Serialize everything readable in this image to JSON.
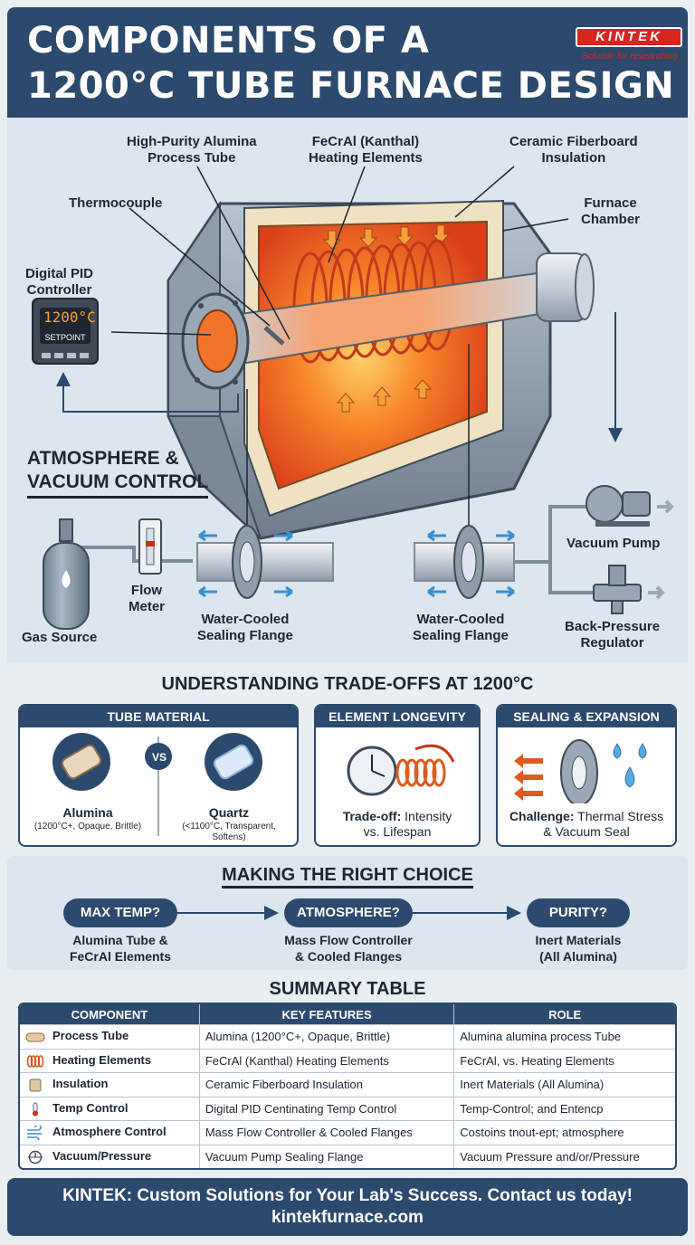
{
  "header": {
    "title_line1": "COMPONENTS OF A",
    "title_line2": "1200°C TUBE FURNACE DESIGN",
    "logo_text": "KINTEK",
    "logo_tagline": "Solution for researching"
  },
  "diagram": {
    "labels": {
      "process_tube": [
        "High-Purity Alumina",
        "Process Tube"
      ],
      "heating_elements": [
        "FeCrAl (Kanthal)",
        "Heating Elements"
      ],
      "insulation": [
        "Ceramic Fiberboard",
        "Insulation"
      ],
      "thermocouple": "Thermocouple",
      "chamber": [
        "Furnace",
        "Chamber"
      ],
      "controller": [
        "Digital PID",
        "Controller"
      ],
      "controller_display": "1200°C",
      "controller_setpoint": "SETPOINT",
      "atmosphere_heading": [
        "ATMOSPHERE &",
        "VACUUM CONTROL"
      ],
      "gas_source": "Gas Source",
      "flow_meter": [
        "Flow",
        "Meter"
      ],
      "flange_left": [
        "Water-Cooled",
        "Sealing Flange"
      ],
      "flange_right": [
        "Water-Cooled",
        "Sealing Flange"
      ],
      "vacuum_pump": "Vacuum Pump",
      "regulator": [
        "Back-Pressure",
        "Regulator"
      ]
    }
  },
  "tradeoffs": {
    "title": "UNDERSTANDING TRADE-OFFS AT 1200°C",
    "tube": {
      "header": "TUBE MATERIAL",
      "vs": "VS",
      "left_name": "Alumina",
      "left_note": "(1200°C+, Opaque, Brittle)",
      "right_name": "Quartz",
      "right_note": [
        "(<1100°C, Transparent,",
        "Softens)"
      ]
    },
    "longevity": {
      "header": "ELEMENT LONGEVITY",
      "bold": "Trade-off:",
      "text1": " Intensity",
      "text2": "vs. Lifespan"
    },
    "sealing": {
      "header": "SEALING & EXPANSION",
      "bold": "Challenge:",
      "text1": " Thermal Stress",
      "text2": "& Vacuum Seal"
    }
  },
  "choice": {
    "title": "MAKING THE RIGHT CHOICE",
    "steps": [
      {
        "label": "MAX TEMP?",
        "text": [
          "Alumina Tube &",
          "FeCrAl Elements"
        ]
      },
      {
        "label": "ATMOSPHERE?",
        "text": [
          "Mass Flow Controller",
          "& Cooled Flanges"
        ]
      },
      {
        "label": "PURITY?",
        "text": [
          "Inert Materials",
          "(All Alumina)"
        ]
      }
    ]
  },
  "summary": {
    "title": "SUMMARY TABLE",
    "headers": [
      "COMPONENT",
      "KEY FEATURES",
      "ROLE"
    ],
    "rows": [
      {
        "icon": "tube-icon",
        "component": "Process Tube",
        "features": "Alumina (1200°C+, Opaque, Brittle)",
        "role": "Alumina alumina process Tube"
      },
      {
        "icon": "coil-icon",
        "component": "Heating Elements",
        "features": "FeCrAl (Kanthal) Heating Elements",
        "role": "FeCrAl, vs. Heating Elements"
      },
      {
        "icon": "insulation-roll-icon",
        "component": "Insulation",
        "features": "Ceramic Fiberboard Insulation",
        "role": "Inert Materials (All Alumina)"
      },
      {
        "icon": "thermometer-icon",
        "component": "Temp Control",
        "features": "Digital PID Centinating Temp Control",
        "role": "Temp-Control; and Entencp"
      },
      {
        "icon": "wind-icon",
        "component": "Atmosphere Control",
        "features": "Mass Flow Controller & Cooled Flanges",
        "role": "Costoins tnout-ept; atmosphere"
      },
      {
        "icon": "gauge-icon",
        "component": "Vacuum/Pressure",
        "features": "Vacuum Pump Sealing Flange",
        "role": "Vacuum Pressure and/or/Pressure"
      }
    ]
  },
  "footer": {
    "line1": "KINTEK: Custom Solutions for Your Lab's Success. Contact us today!",
    "line2": "kintekfurnace.com"
  },
  "colors": {
    "navy": "#2c4a6e",
    "brand_red": "#d9261c",
    "heat_orange": "#f26a1b"
  }
}
